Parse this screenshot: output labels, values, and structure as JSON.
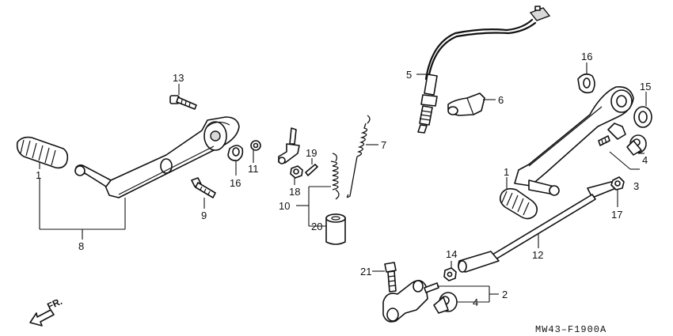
{
  "diagram": {
    "callouts": [
      {
        "id": "c13a",
        "text": "13"
      },
      {
        "id": "c1a",
        "text": "1"
      },
      {
        "id": "c8",
        "text": "8"
      },
      {
        "id": "c16a",
        "text": "16"
      },
      {
        "id": "c11",
        "text": "11"
      },
      {
        "id": "c9",
        "text": "9"
      },
      {
        "id": "c5",
        "text": "5"
      },
      {
        "id": "c6",
        "text": "6"
      },
      {
        "id": "c7",
        "text": "7"
      },
      {
        "id": "c19",
        "text": "19"
      },
      {
        "id": "c18",
        "text": "18"
      },
      {
        "id": "c10",
        "text": "10"
      },
      {
        "id": "c20",
        "text": "20"
      },
      {
        "id": "c16b",
        "text": "16"
      },
      {
        "id": "c15",
        "text": "15"
      },
      {
        "id": "c4a",
        "text": "4"
      },
      {
        "id": "c3",
        "text": "3"
      },
      {
        "id": "c1b",
        "text": "1"
      },
      {
        "id": "c17",
        "text": "17"
      },
      {
        "id": "c12",
        "text": "12"
      },
      {
        "id": "c14",
        "text": "14"
      },
      {
        "id": "c21",
        "text": "21"
      },
      {
        "id": "c2",
        "text": "2"
      },
      {
        "id": "c4b",
        "text": "4"
      }
    ],
    "direction_label": "FR.",
    "drawing_code": "MW43–F1900A"
  }
}
